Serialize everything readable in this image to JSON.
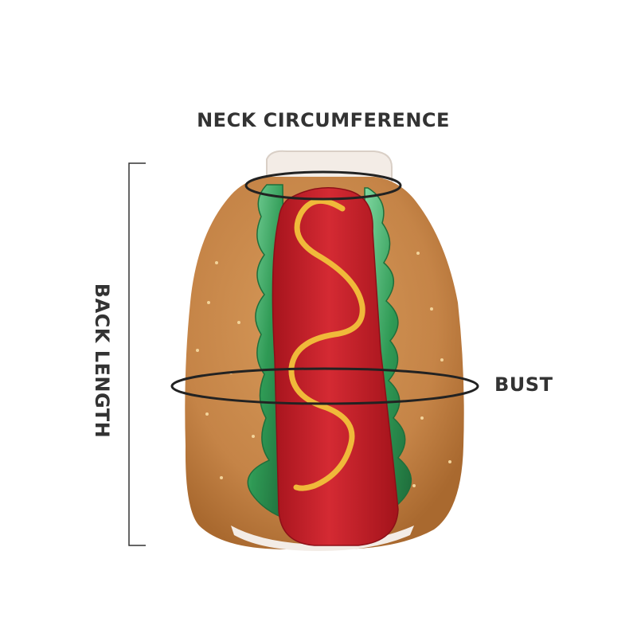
{
  "measurements": {
    "neck_label": "NECK CIRCUMFERENCE",
    "bust_label": "BUST",
    "back_label": "BACK LENGTH"
  },
  "colors": {
    "bun": "#c7894a",
    "bun_shadow": "#a86a34",
    "sausage": "#c8202a",
    "sausage_dark": "#9c1219",
    "lettuce": "#2f9a55",
    "lettuce_light": "#7fd7a0",
    "mustard": "#f0b93a",
    "lining": "#f3ece6",
    "text": "#333333",
    "line": "#222222"
  }
}
